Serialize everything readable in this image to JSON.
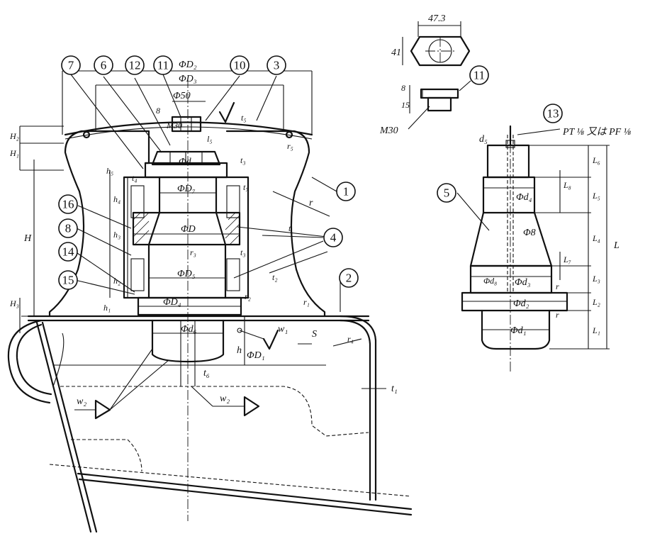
{
  "callouts": [
    "⑦",
    "⑥",
    "⑫",
    "⑪",
    "⑩",
    "③",
    "①",
    "⑯",
    "⑧",
    "⑭",
    "⑮",
    "④",
    "②",
    "⑬",
    "⑤"
  ],
  "callout_numbers": {
    "c7": "7",
    "c6": "6",
    "c12": "12",
    "c11a": "11",
    "c10": "10",
    "c3": "3",
    "c1": "1",
    "c16": "16",
    "c8": "8",
    "c14": "14",
    "c15": "15",
    "c4": "4",
    "c2": "2",
    "c11b": "11",
    "c13": "13",
    "c5": "5"
  },
  "dims": {
    "D2": "ΦD₂",
    "D3": "ΦD₃",
    "phi50": "Φ50",
    "M30a": "M30",
    "d": "Φd",
    "D7": "ΦD₇",
    "D": "ΦD",
    "D5": "ΦD₅",
    "D4": "ΦD₄",
    "d6": "Φd₆",
    "D1": "ΦD₁",
    "H": "H",
    "H1": "H₁",
    "H2": "H₂",
    "H3": "H₃",
    "h": "h",
    "h1": "h₁",
    "h2": "h₂",
    "h3": "h₃",
    "h4": "h₄",
    "h5": "h₅",
    "t": "t",
    "t1": "t₁",
    "t2": "t₂",
    "t3": "t₃",
    "t3b": "t₃",
    "t4": "t₄",
    "t5": "t₅",
    "t6": "t₆",
    "t7": "t₇",
    "r": "r",
    "r1": "r₁",
    "r2": "r₂",
    "r3": "r₃",
    "r4": "r₄",
    "r5": "r₅",
    "S": "S",
    "w1": "w₁",
    "w2": "w₂",
    "w2b": "w₂",
    "eight": "8",
    "l5": "l₅",
    "nut_w": "47.3",
    "nut_h": "41",
    "nut_8": "8",
    "nut_15": "15",
    "M30b": "M30",
    "pt_note": "PT ⅛ 又は PF ⅛",
    "d5": "d₅",
    "d4": "Φd₄",
    "phi8": "Φ8",
    "d3": "Φd₃",
    "d2": "Φd₂",
    "d1": "Φd₁",
    "d8": "Φd₈",
    "L": "L",
    "L1": "L₁",
    "L2": "L₂",
    "L3": "L₃",
    "L4": "L₄",
    "L5": "L₅",
    "L6": "L₆",
    "L7": "L₇",
    "L8": "L₈",
    "r_s": "r",
    "r_s2": "r"
  }
}
